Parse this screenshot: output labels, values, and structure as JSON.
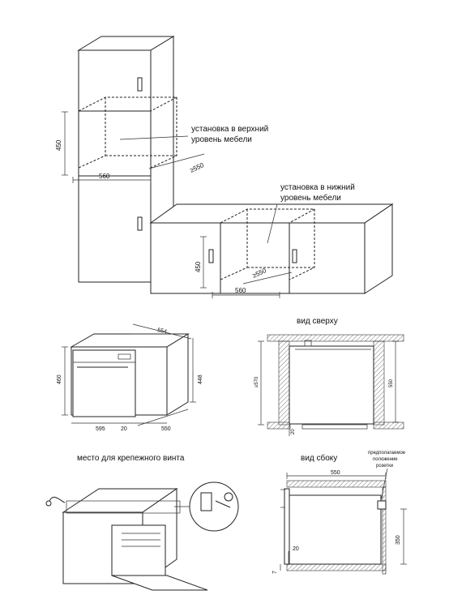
{
  "install_upper": {
    "label_line1": "установка в верхний",
    "label_line2": "уровень мебели",
    "dim_height": "450",
    "dim_width": "560",
    "dim_depth": "≥550"
  },
  "install_lower": {
    "label_line1": "установка в нижний",
    "label_line2": "уровень мебели",
    "dim_height": "450",
    "dim_width": "560",
    "dim_depth": "≥550"
  },
  "oven_dims": {
    "top_depth": "554",
    "left_height": "460",
    "right_height": "448",
    "bottom_width": "595",
    "bottom_gap": "20",
    "bottom_depth": "550"
  },
  "top_view": {
    "title": "вид сверху",
    "dim_left": "≥570",
    "dim_right": "550",
    "dim_bottom": "20"
  },
  "screw_view": {
    "title": "место для крепежного винта"
  },
  "side_view": {
    "title": "вид сбоку",
    "socket_note_line1": "предполагаемое",
    "socket_note_line2": "положение",
    "socket_note_line3": "розетки",
    "dim_top": "550",
    "dim_gap": "20",
    "dim_right": "350",
    "dim_left": "7"
  }
}
